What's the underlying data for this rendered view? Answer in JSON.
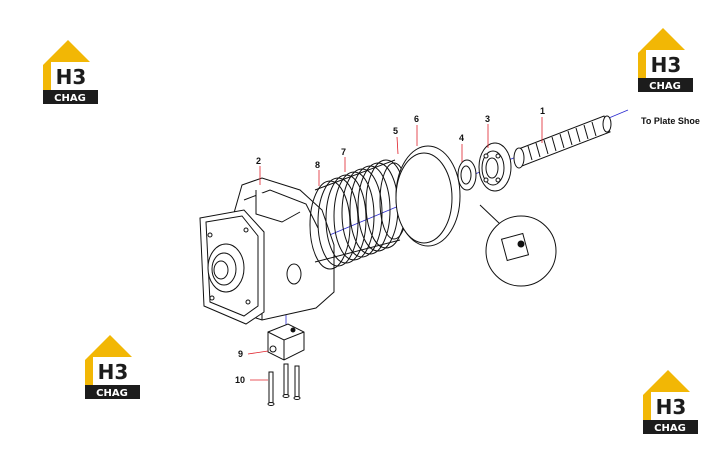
{
  "logo": {
    "main": "H3",
    "sub": "CHAG",
    "colors": {
      "gold": "#f2b705",
      "dark": "#1c1c1c",
      "white": "#ffffff"
    }
  },
  "callouts": [
    "1",
    "2",
    "3",
    "4",
    "5",
    "6",
    "7",
    "8",
    "9",
    "10"
  ],
  "note": "To Plate Shoe",
  "colors": {
    "leader": "#e0202a",
    "axis": "#2a2ad0",
    "line": "#111111"
  }
}
